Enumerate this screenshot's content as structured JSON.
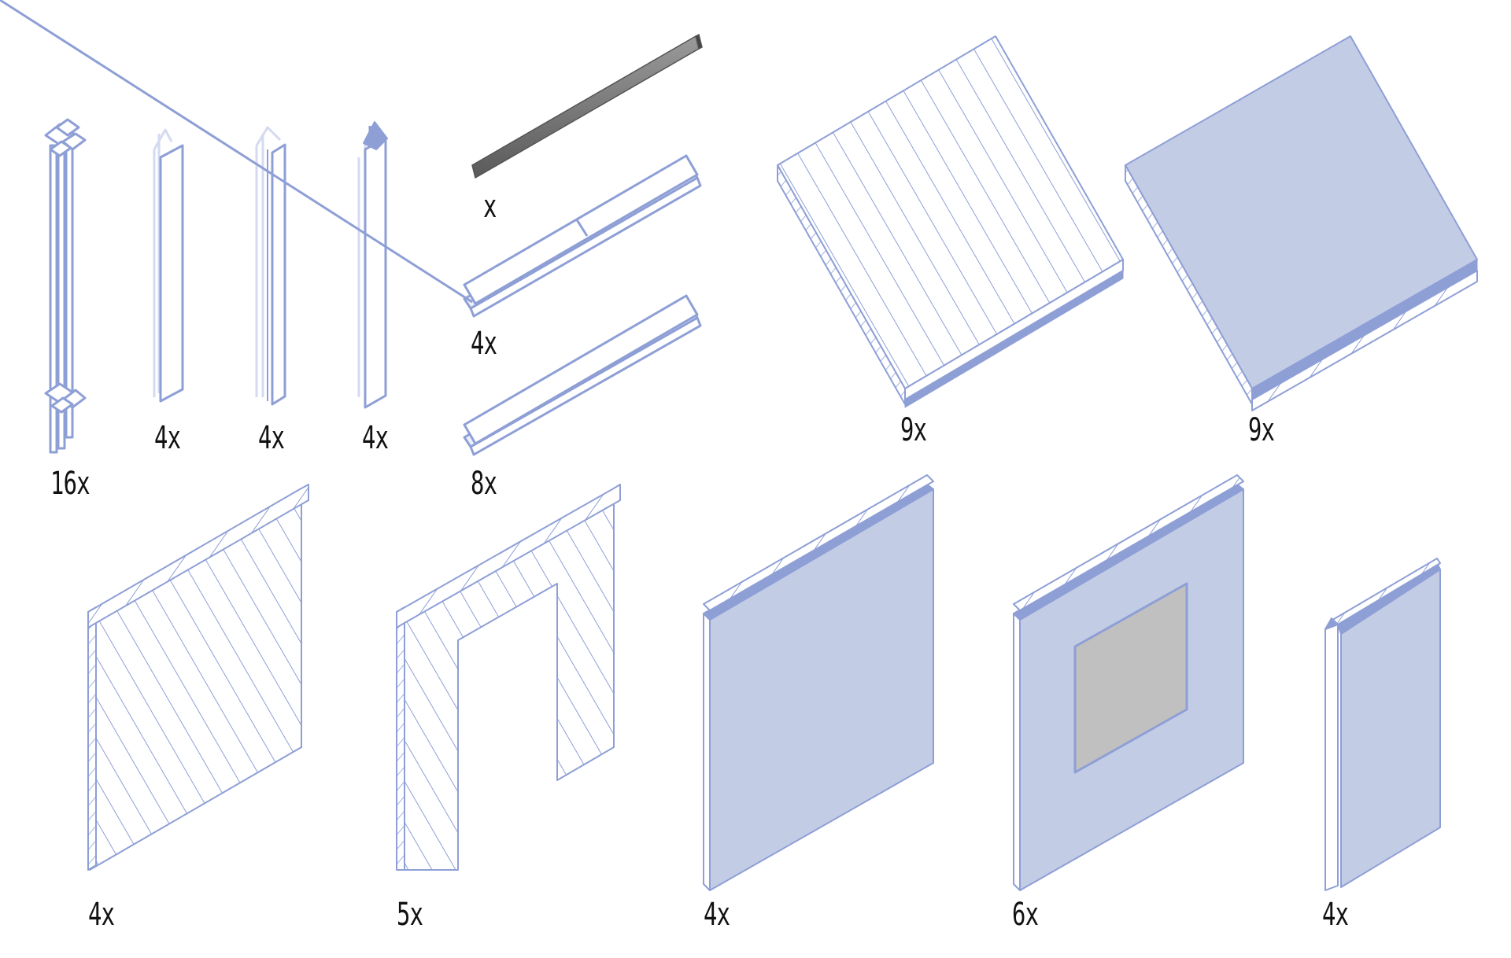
{
  "colors": {
    "outline": "#8e9fd6",
    "fill": "#c3cce5",
    "ghost": "#d4daf0",
    "beam": "#7a7a7a",
    "glass": "#c0c0c0"
  },
  "components": [
    {
      "id": "post-cross",
      "count_label": "16x"
    },
    {
      "id": "post-flat",
      "count_label": "4x"
    },
    {
      "id": "post-corner",
      "count_label": "4x"
    },
    {
      "id": "post-end",
      "count_label": "4x"
    },
    {
      "id": "ridge-beam",
      "count_label": "x"
    },
    {
      "id": "rail-joined",
      "count_label": "4x"
    },
    {
      "id": "rail-single",
      "count_label": "8x"
    },
    {
      "id": "floor-panel-hatched",
      "count_label": "9x"
    },
    {
      "id": "floor-panel-solid",
      "count_label": "9x"
    },
    {
      "id": "wall-panel-hatched",
      "count_label": "4x"
    },
    {
      "id": "door-frame-hatched",
      "count_label": "5x"
    },
    {
      "id": "wall-panel-solid",
      "count_label": "4x"
    },
    {
      "id": "window-panel",
      "count_label": "6x"
    },
    {
      "id": "narrow-wall-panel",
      "count_label": "4x"
    }
  ]
}
